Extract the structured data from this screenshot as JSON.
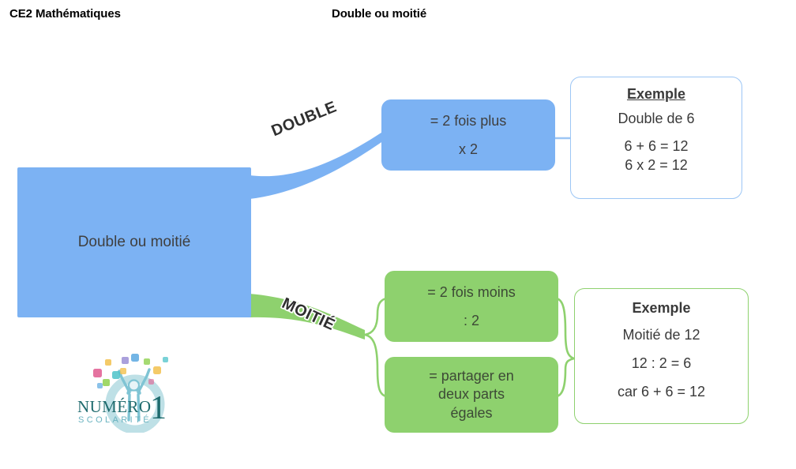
{
  "header": {
    "left_title": "CE2 Mathématiques",
    "center_title": "Double ou moitié"
  },
  "colors": {
    "blue_fill": "#7cb2f3",
    "green_fill": "#8ed16e",
    "blue_outline": "#9cc6f5",
    "green_outline": "#8ed16e",
    "text": "#3a3a3a",
    "logo_dark_teal": "#2c7a7b",
    "logo_light_teal": "#a8d5dd"
  },
  "mindmap": {
    "root": {
      "label": "Double ou moitié"
    },
    "branches": [
      {
        "id": "double",
        "label": "DOUBLE",
        "color": "#7cb2f3",
        "nodes": [
          {
            "lines": [
              "= 2 fois plus",
              "x 2"
            ]
          }
        ],
        "example": {
          "title": "Exemple",
          "title_underlined": true,
          "lead": "Double de 6",
          "equations": [
            "6 + 6 = 12",
            "6 x 2 = 12"
          ]
        }
      },
      {
        "id": "moitie",
        "label": "MOITIÉ",
        "color": "#8ed16e",
        "nodes": [
          {
            "lines": [
              "= 2 fois moins",
              ": 2"
            ]
          },
          {
            "lines": [
              "= partager en",
              "deux parts",
              "égales"
            ]
          }
        ],
        "example": {
          "title": "Exemple",
          "title_underlined": false,
          "lead": "Moitié de 12",
          "equations": [
            "12 : 2 = 6",
            "car 6 + 6 = 12"
          ]
        }
      }
    ]
  },
  "logo": {
    "name_main": "NUMÉRO",
    "name_digit": "1",
    "name_sub": "SCOLARITÉ"
  }
}
